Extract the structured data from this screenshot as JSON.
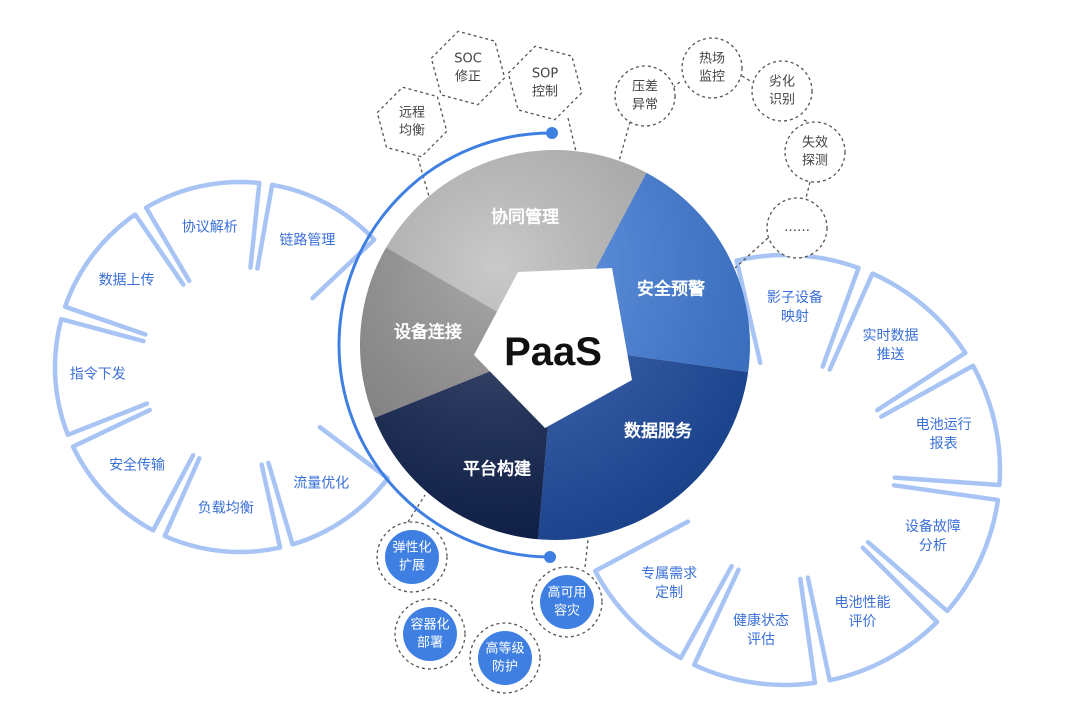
{
  "core": {
    "label": "PaaS"
  },
  "sectors": [
    {
      "label": "协同管理",
      "color": "#b8b8b8"
    },
    {
      "label": "安全预警",
      "color": "#3f7fe2"
    },
    {
      "label": "数据服务",
      "color": "#1d4ea8"
    },
    {
      "label": "平台构建",
      "color": "#0c1f4e"
    },
    {
      "label": "设备连接",
      "color": "#8c8c8c"
    }
  ],
  "left_ring": [
    "流量优化",
    "负载均衡",
    "安全传输",
    "指令下发",
    "数据上传",
    "协议解析",
    "链路管理"
  ],
  "right_ring": [
    "影子设备\n映射",
    "实时数据\n推送",
    "电池运行\n报表",
    "设备故障\n分析",
    "电池性能\n评价",
    "健康状态\n评估",
    "专属需求\n定制"
  ],
  "hex_nodes": [
    "远程\n均衡",
    "SOC\n修正",
    "SOP\n控制"
  ],
  "circle_nodes": [
    "压差\n异常",
    "热场\n监控",
    "劣化\n识别",
    "失效\n探测",
    "……"
  ],
  "blue_nodes": [
    "弹性化\n扩展",
    "容器化\n部署",
    "高等级\n防护",
    "高可用\n容灾"
  ],
  "colors": {
    "accent": "#3f7fe2",
    "ring": "#a8c4f4",
    "ring_text": "#3a70d8",
    "dashed": "#555555"
  }
}
